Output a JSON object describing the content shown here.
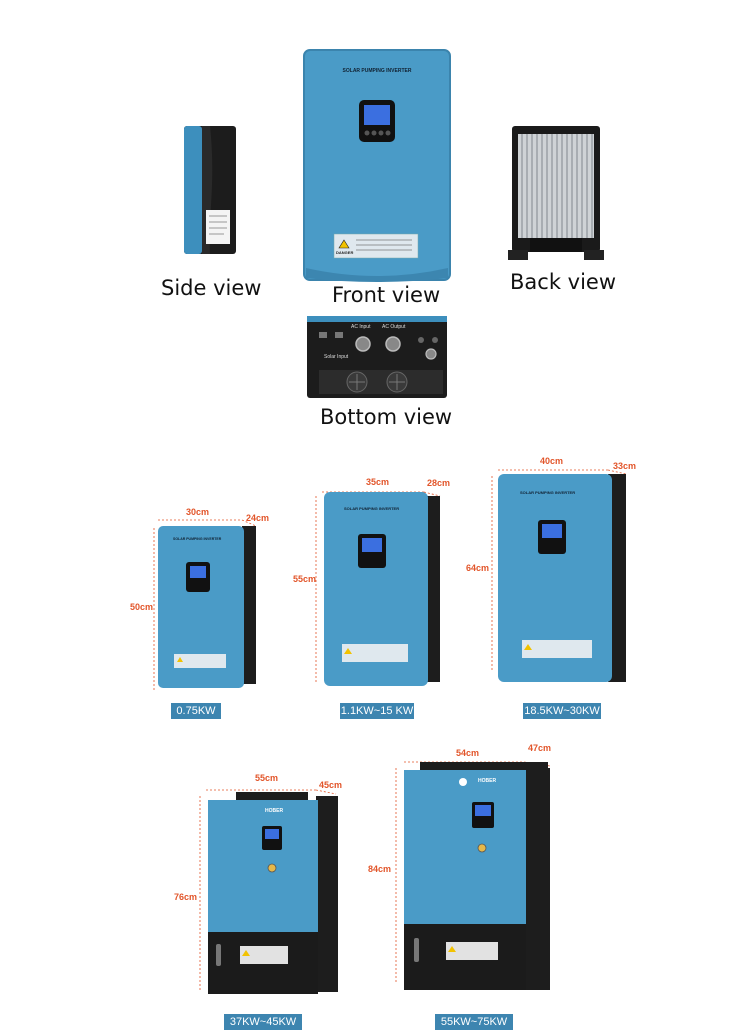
{
  "views": {
    "side": "Side view",
    "front": "Front view",
    "back": "Back view",
    "bottom": "Bottom view"
  },
  "product": {
    "brand_text": "SOLAR PUMPING INVERTER",
    "danger_text": "DANGER",
    "logo_text": "HOBER",
    "bottom_ports": [
      "AC Input",
      "AC Output",
      "Solar Input"
    ]
  },
  "models": [
    {
      "caption": "0.75KW",
      "width": "30cm",
      "depth": "24cm",
      "height": "50cm"
    },
    {
      "caption": "1.1KW~15 KW",
      "width": "35cm",
      "depth": "28cm",
      "height": "55cm"
    },
    {
      "caption": "18.5KW~30KW",
      "width": "40cm",
      "depth": "33cm",
      "height": "64cm"
    },
    {
      "caption": "37KW~45KW",
      "width": "55cm",
      "depth": "45cm",
      "height": "76cm"
    },
    {
      "caption": "55KW~75KW",
      "width": "54cm",
      "depth": "47cm",
      "height": "84cm"
    }
  ],
  "colors": {
    "panel_blue": "#4a9bc7",
    "panel_dark": "#1e1e1e",
    "dimension_orange": "#e2552a",
    "caption_bg": "#3d85b0"
  }
}
